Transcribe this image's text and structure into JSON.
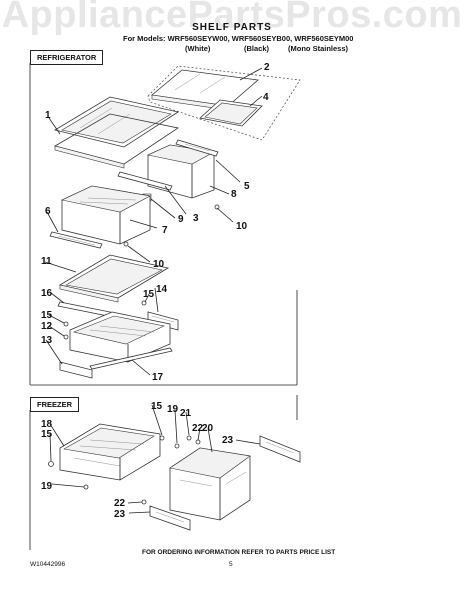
{
  "watermark": "AppliancePartsPros.com",
  "header": {
    "title": "SHELF PARTS",
    "models_line": "For Models: WRF560SEYW00, WRF560SEYB00, WRF560SEYM00",
    "colors": [
      "(White)",
      "(Black)",
      "(Mono Stainless)"
    ]
  },
  "sections": {
    "refrigerator": "REFRIGERATOR",
    "freezer": "FREEZER"
  },
  "callouts": [
    "1",
    "2",
    "3",
    "4",
    "5",
    "6",
    "7",
    "8",
    "9",
    "10",
    "10",
    "11",
    "12",
    "13",
    "14",
    "15",
    "15",
    "15",
    "16",
    "17",
    "18",
    "19",
    "19",
    "20",
    "21",
    "22",
    "22",
    "23",
    "23"
  ],
  "footer": {
    "ordering": "FOR ORDERING INFORMATION REFER TO PARTS PRICE LIST",
    "doc_number": "W10442996",
    "page_number": "5"
  }
}
